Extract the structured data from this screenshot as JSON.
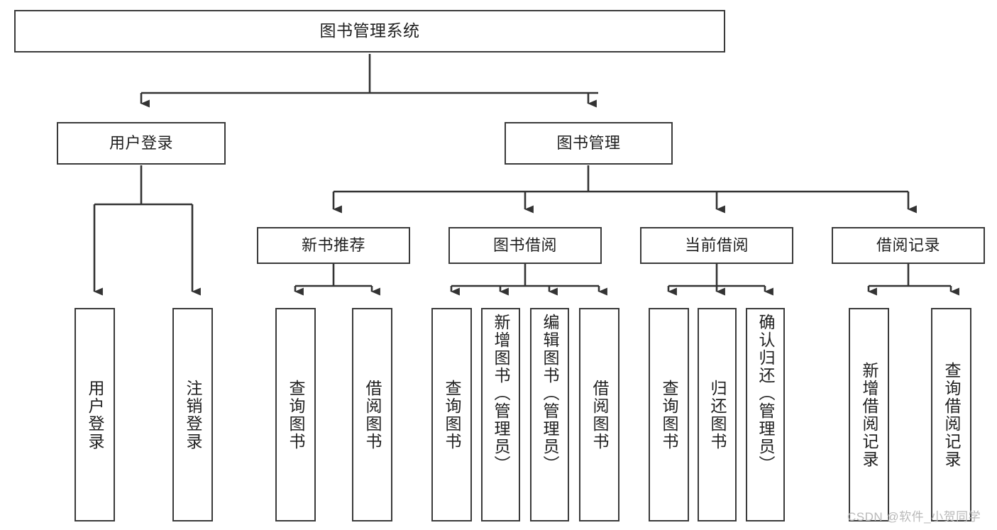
{
  "diagram": {
    "type": "tree",
    "title": "图书管理系统",
    "orientation": "top-down",
    "colors": {
      "box_border": "#3a3a3a",
      "box_fill": "#ffffff",
      "edge": "#333333",
      "text": "#1f1f1f",
      "watermark": "#b9b9b9",
      "background": "#ffffff"
    },
    "root": {
      "id": "root",
      "label": "图书管理系统"
    },
    "level2": [
      {
        "id": "user-login",
        "label": "用户登录"
      },
      {
        "id": "book-manage",
        "label": "图书管理"
      }
    ],
    "level3": [
      {
        "id": "new-book-rec",
        "label": "新书推荐",
        "parent": "book-manage"
      },
      {
        "id": "book-borrow",
        "label": "图书借阅",
        "parent": "book-manage"
      },
      {
        "id": "current-borrow",
        "label": "当前借阅",
        "parent": "book-manage"
      },
      {
        "id": "borrow-record",
        "label": "借阅记录",
        "parent": "book-manage"
      }
    ],
    "leaves": [
      {
        "id": "leaf-user-login",
        "label": "用户登录",
        "parent": "user-login"
      },
      {
        "id": "leaf-user-logout",
        "label": "注销登录",
        "parent": "user-login"
      },
      {
        "id": "leaf-query-book-1",
        "label": "查询图书",
        "parent": "new-book-rec"
      },
      {
        "id": "leaf-borrow-book-1",
        "label": "借阅图书",
        "parent": "new-book-rec"
      },
      {
        "id": "leaf-query-book-2",
        "label": "查询图书",
        "parent": "book-borrow"
      },
      {
        "id": "leaf-add-book",
        "label": "新增图书（管理员）",
        "parent": "book-borrow"
      },
      {
        "id": "leaf-edit-book",
        "label": "编辑图书（管理员）",
        "parent": "book-borrow"
      },
      {
        "id": "leaf-borrow-book-2",
        "label": "借阅图书",
        "parent": "book-borrow"
      },
      {
        "id": "leaf-query-book-3",
        "label": "查询图书",
        "parent": "current-borrow"
      },
      {
        "id": "leaf-return-book",
        "label": "归还图书",
        "parent": "current-borrow"
      },
      {
        "id": "leaf-confirm-return",
        "label": "确认归还（管理员）",
        "parent": "current-borrow"
      },
      {
        "id": "leaf-add-record",
        "label": "新增借阅记录",
        "parent": "borrow-record"
      },
      {
        "id": "leaf-query-record",
        "label": "查询借阅记录",
        "parent": "borrow-record"
      }
    ]
  },
  "watermark": {
    "text": "CSDN @软件_小贺同学"
  }
}
